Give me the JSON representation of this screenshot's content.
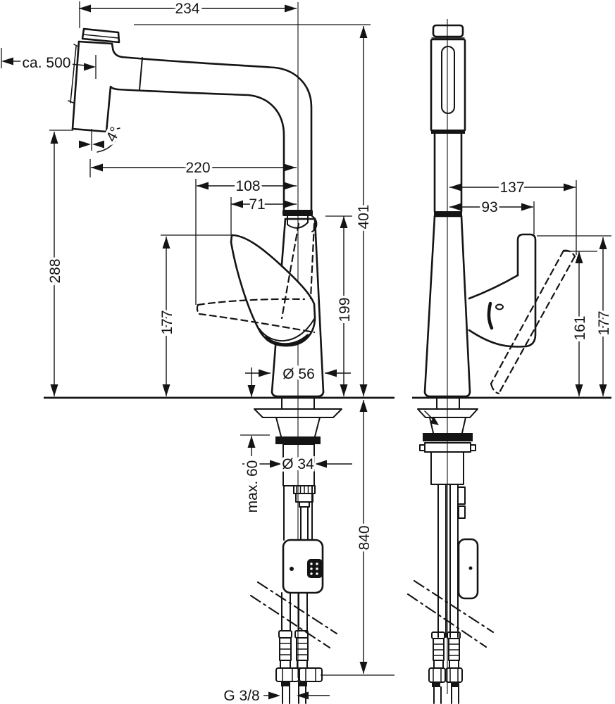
{
  "meta": {
    "background": "#ffffff",
    "line_color": "#141414"
  },
  "dims": {
    "spout_width": "234",
    "hose_pullout": "ca. 500",
    "head_angle": "4°",
    "reach": "220",
    "handle_reach_folded": "108",
    "handle_reach": "71",
    "spout_height_total": "401",
    "head_clearance": "288",
    "handle_height_side": "177",
    "outlet_height": "199",
    "base_diameter": "Ø 56",
    "handle_swing_reach": "137",
    "handle_front_reach": "93",
    "handle_swing_height": "161",
    "handle_height_front": "177",
    "counter_thickness": "max. 60",
    "hole_diameter": "Ø 34",
    "hose_length": "840",
    "connection_thread": "G 3/8"
  }
}
